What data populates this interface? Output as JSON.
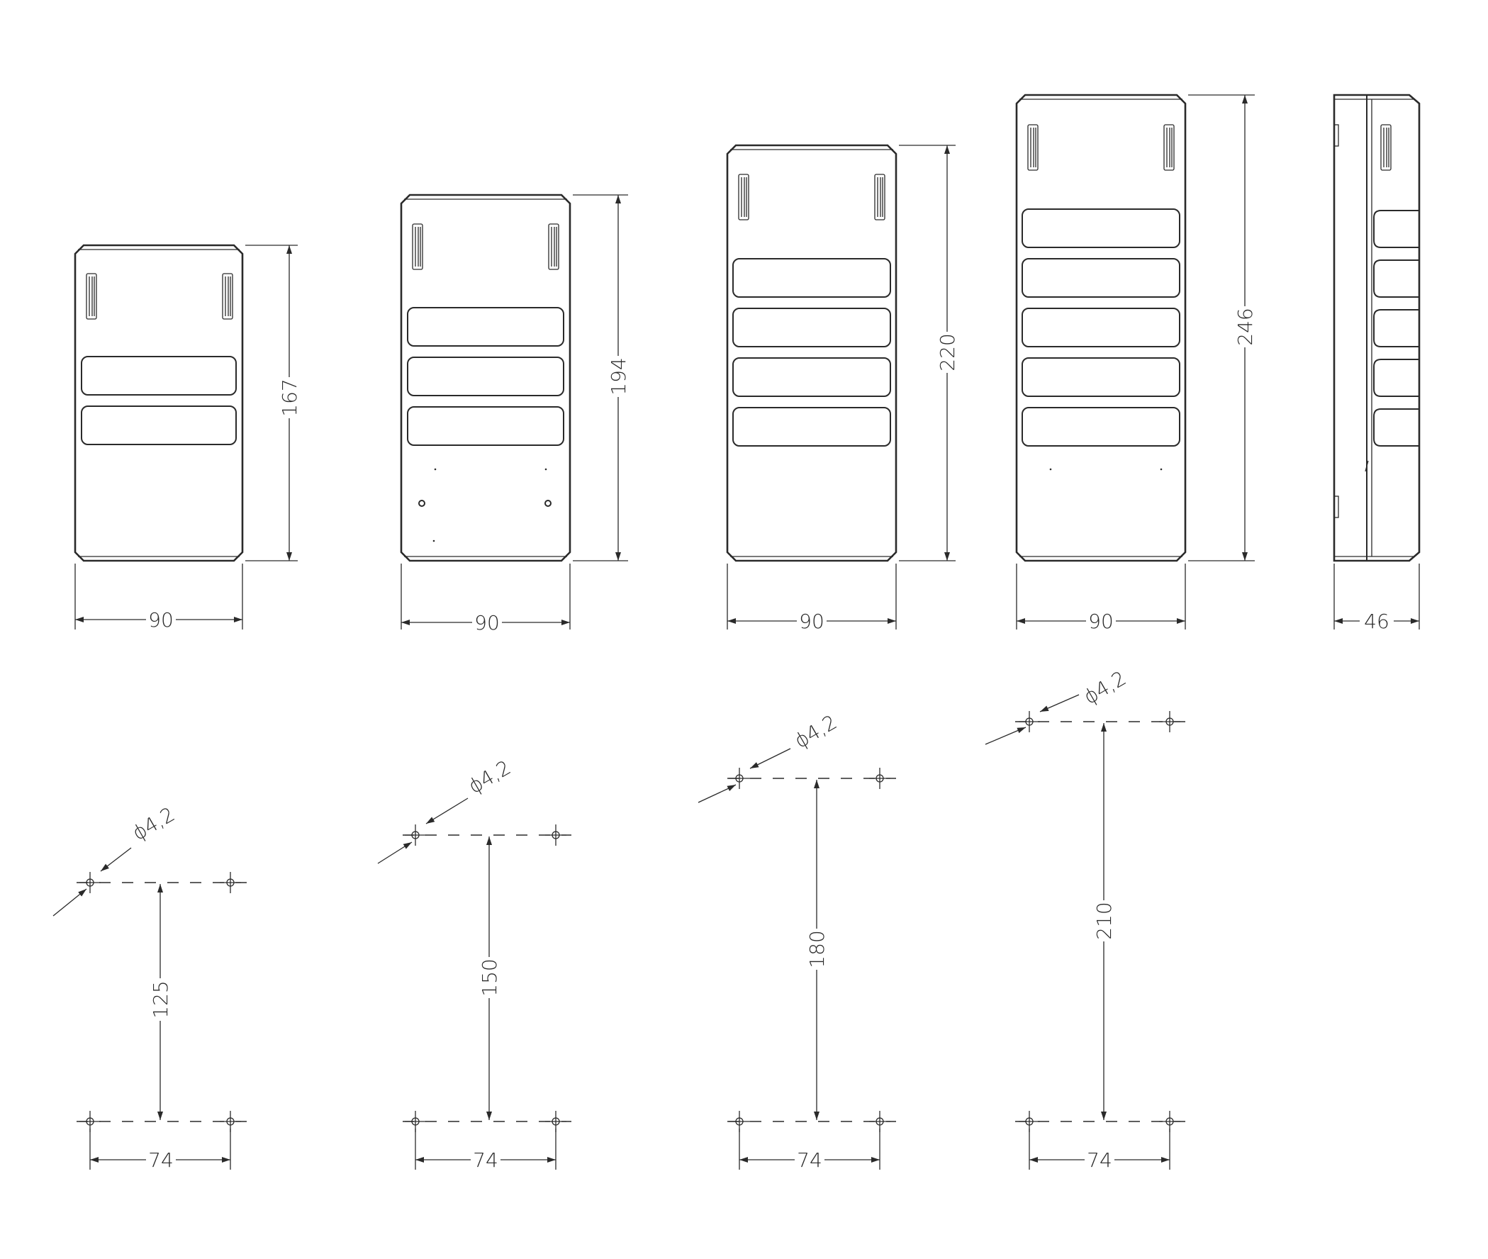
{
  "front_views": [
    {
      "id": "2-button",
      "width_label": "90",
      "height_label": "167",
      "buttons": 2
    },
    {
      "id": "3-button",
      "width_label": "90",
      "height_label": "194",
      "buttons": 3
    },
    {
      "id": "4-button",
      "width_label": "90",
      "height_label": "220",
      "buttons": 4
    },
    {
      "id": "5-button",
      "width_label": "90",
      "height_label": "246",
      "buttons": 5
    }
  ],
  "side_view": {
    "depth_label": "46",
    "buttons": 5
  },
  "hole_patterns": [
    {
      "spacing_label": "74",
      "vertical_label": "125",
      "hole_label": "ϕ4,2"
    },
    {
      "spacing_label": "74",
      "vertical_label": "150",
      "hole_label": "ϕ4,2"
    },
    {
      "spacing_label": "74",
      "vertical_label": "180",
      "hole_label": "ϕ4,2"
    },
    {
      "spacing_label": "74",
      "vertical_label": "210",
      "hole_label": "ϕ4,2"
    }
  ]
}
